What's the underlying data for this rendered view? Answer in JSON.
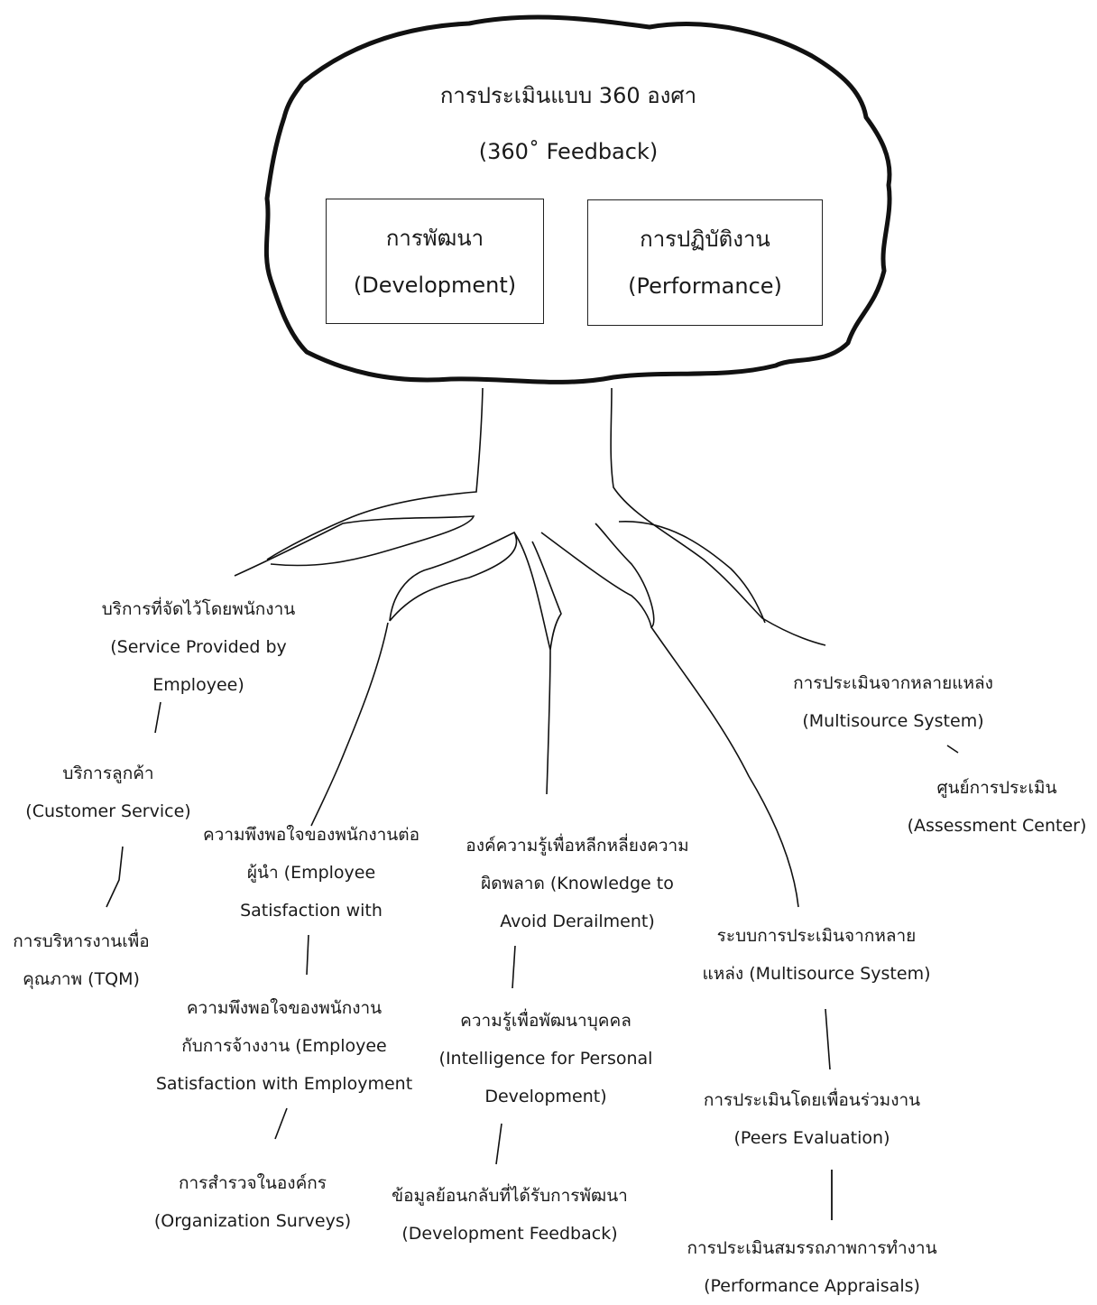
{
  "crown": {
    "title_th": "การประเมินแบบ 360 องศา",
    "title_en": "(360˚ Feedback)",
    "boxes": [
      {
        "th": "การพัฒนา",
        "en": "(Development)"
      },
      {
        "th": "การปฏิบัติงาน",
        "en": "(Performance)"
      }
    ]
  },
  "branches": {
    "service_provided": "บริการที่จัดไว้โดยพนักงาน\n(Service Provided by\nEmployee)",
    "customer_service": "บริการลูกค้า\n(Customer Service)",
    "tqm": "การบริหารงานเพื่อ\nคุณภาพ (TQM)",
    "leader_satisfaction": "ความพึงพอใจของพนักงานต่อ\nผู้นำ (Employee\nSatisfaction with",
    "employment_satisfaction": "ความพึงพอใจของพนักงาน\nกับการจ้างงาน (Employee\nSatisfaction with Employment",
    "org_surveys": "การสำรวจในองค์กร\n(Organization Surveys)",
    "avoid_derailment": "องค์ความรู้เพื่อหลีกหลี่ยงความ\nผิดพลาด (Knowledge to\nAvoid Derailment)",
    "personal_development": "ความรู้เพื่อพัฒนาบุคคล\n(Intelligence for Personal\nDevelopment)",
    "development_feedback": "ข้อมูลย้อนกลับที่ได้รับการพัฒนา\n(Development Feedback)",
    "multisource_top": "การประเมินจากหลายแหล่ง\n(Multisource System)",
    "assessment_center": "ศูนย์การประเมิน\n(Assessment Center)",
    "multisource_mid": "ระบบการประเมินจากหลาย\nแหล่ง (Multisource System)",
    "peers_evaluation": "การประเมินโดยเพื่อนร่วมงาน\n(Peers Evaluation)",
    "performance_appraisals": "การประเมินสมรรถภาพการทำงาน\n(Performance Appraisals)"
  }
}
